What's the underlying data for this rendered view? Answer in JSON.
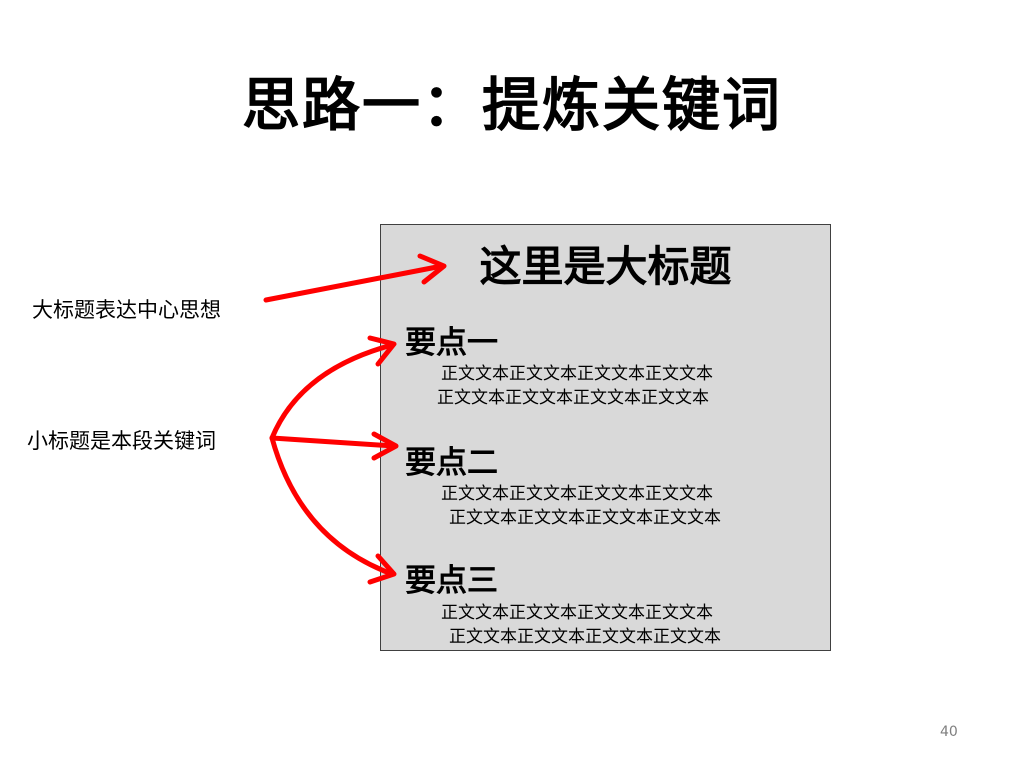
{
  "title": "思路一：提炼关键词",
  "box": {
    "heading": "这里是大标题",
    "points": [
      {
        "label": "要点一",
        "lines": [
          "正文文本正文文本正文文本正文文本",
          "正文文本正文文本正文文本正文文本"
        ]
      },
      {
        "label": "要点二",
        "lines": [
          "正文文本正文文本正文文本正文文本",
          "正文文本正文文本正文文本正文文本"
        ]
      },
      {
        "label": "要点三",
        "lines": [
          "正文文本正文文本正文文本正文文本",
          "正文文本正文文本正文文本正文文本"
        ]
      }
    ]
  },
  "callouts": {
    "heading_note": "大标题表达中心思想",
    "subheading_note": "小标题是本段关键词"
  },
  "arrow_color": "#ff0000",
  "page_number": "40"
}
